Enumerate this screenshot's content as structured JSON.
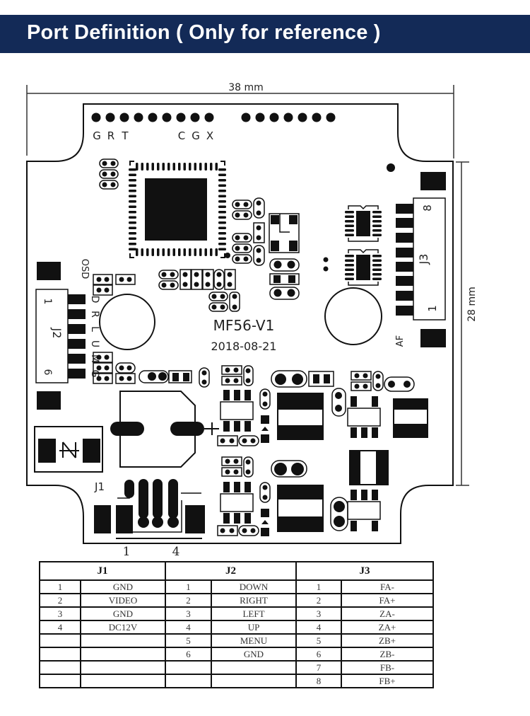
{
  "header": {
    "title": "Port Definition ( Only for reference )",
    "background_color": "#132a57",
    "text_color": "#ffffff"
  },
  "board": {
    "width_label": "38 mm",
    "height_label": "28 mm",
    "model": "MF56-V1",
    "date": "2018-08-21",
    "top_header_labels": [
      "G",
      "R",
      "T",
      "C",
      "G",
      "X"
    ],
    "osd_label": "OSD",
    "af_label": "AF",
    "j1": {
      "label": "J1",
      "pin_first": "1",
      "pin_last": "4"
    },
    "j2": {
      "label": "J2",
      "pin_first": "1",
      "pin_last": "6",
      "side_labels": [
        "D",
        "R",
        "L",
        "U",
        "M",
        "G"
      ]
    },
    "j3": {
      "label": "J3",
      "pin_first": "1",
      "pin_last": "8"
    },
    "capacitor_polarity": "+"
  },
  "ports_table": {
    "connectors": [
      {
        "name": "J1",
        "rows": [
          {
            "pin": "1",
            "signal": "GND"
          },
          {
            "pin": "2",
            "signal": "VIDEO"
          },
          {
            "pin": "3",
            "signal": "GND"
          },
          {
            "pin": "4",
            "signal": "DC12V"
          }
        ]
      },
      {
        "name": "J2",
        "rows": [
          {
            "pin": "1",
            "signal": "DOWN"
          },
          {
            "pin": "2",
            "signal": "RIGHT"
          },
          {
            "pin": "3",
            "signal": "LEFT"
          },
          {
            "pin": "4",
            "signal": "UP"
          },
          {
            "pin": "5",
            "signal": "MENU"
          },
          {
            "pin": "6",
            "signal": "GND"
          }
        ]
      },
      {
        "name": "J3",
        "rows": [
          {
            "pin": "1",
            "signal": "FA-"
          },
          {
            "pin": "2",
            "signal": "FA+"
          },
          {
            "pin": "3",
            "signal": "ZA-"
          },
          {
            "pin": "4",
            "signal": "ZA+"
          },
          {
            "pin": "5",
            "signal": "ZB+"
          },
          {
            "pin": "6",
            "signal": "ZB-"
          },
          {
            "pin": "7",
            "signal": "FB-"
          },
          {
            "pin": "8",
            "signal": "FB+"
          }
        ]
      }
    ]
  }
}
